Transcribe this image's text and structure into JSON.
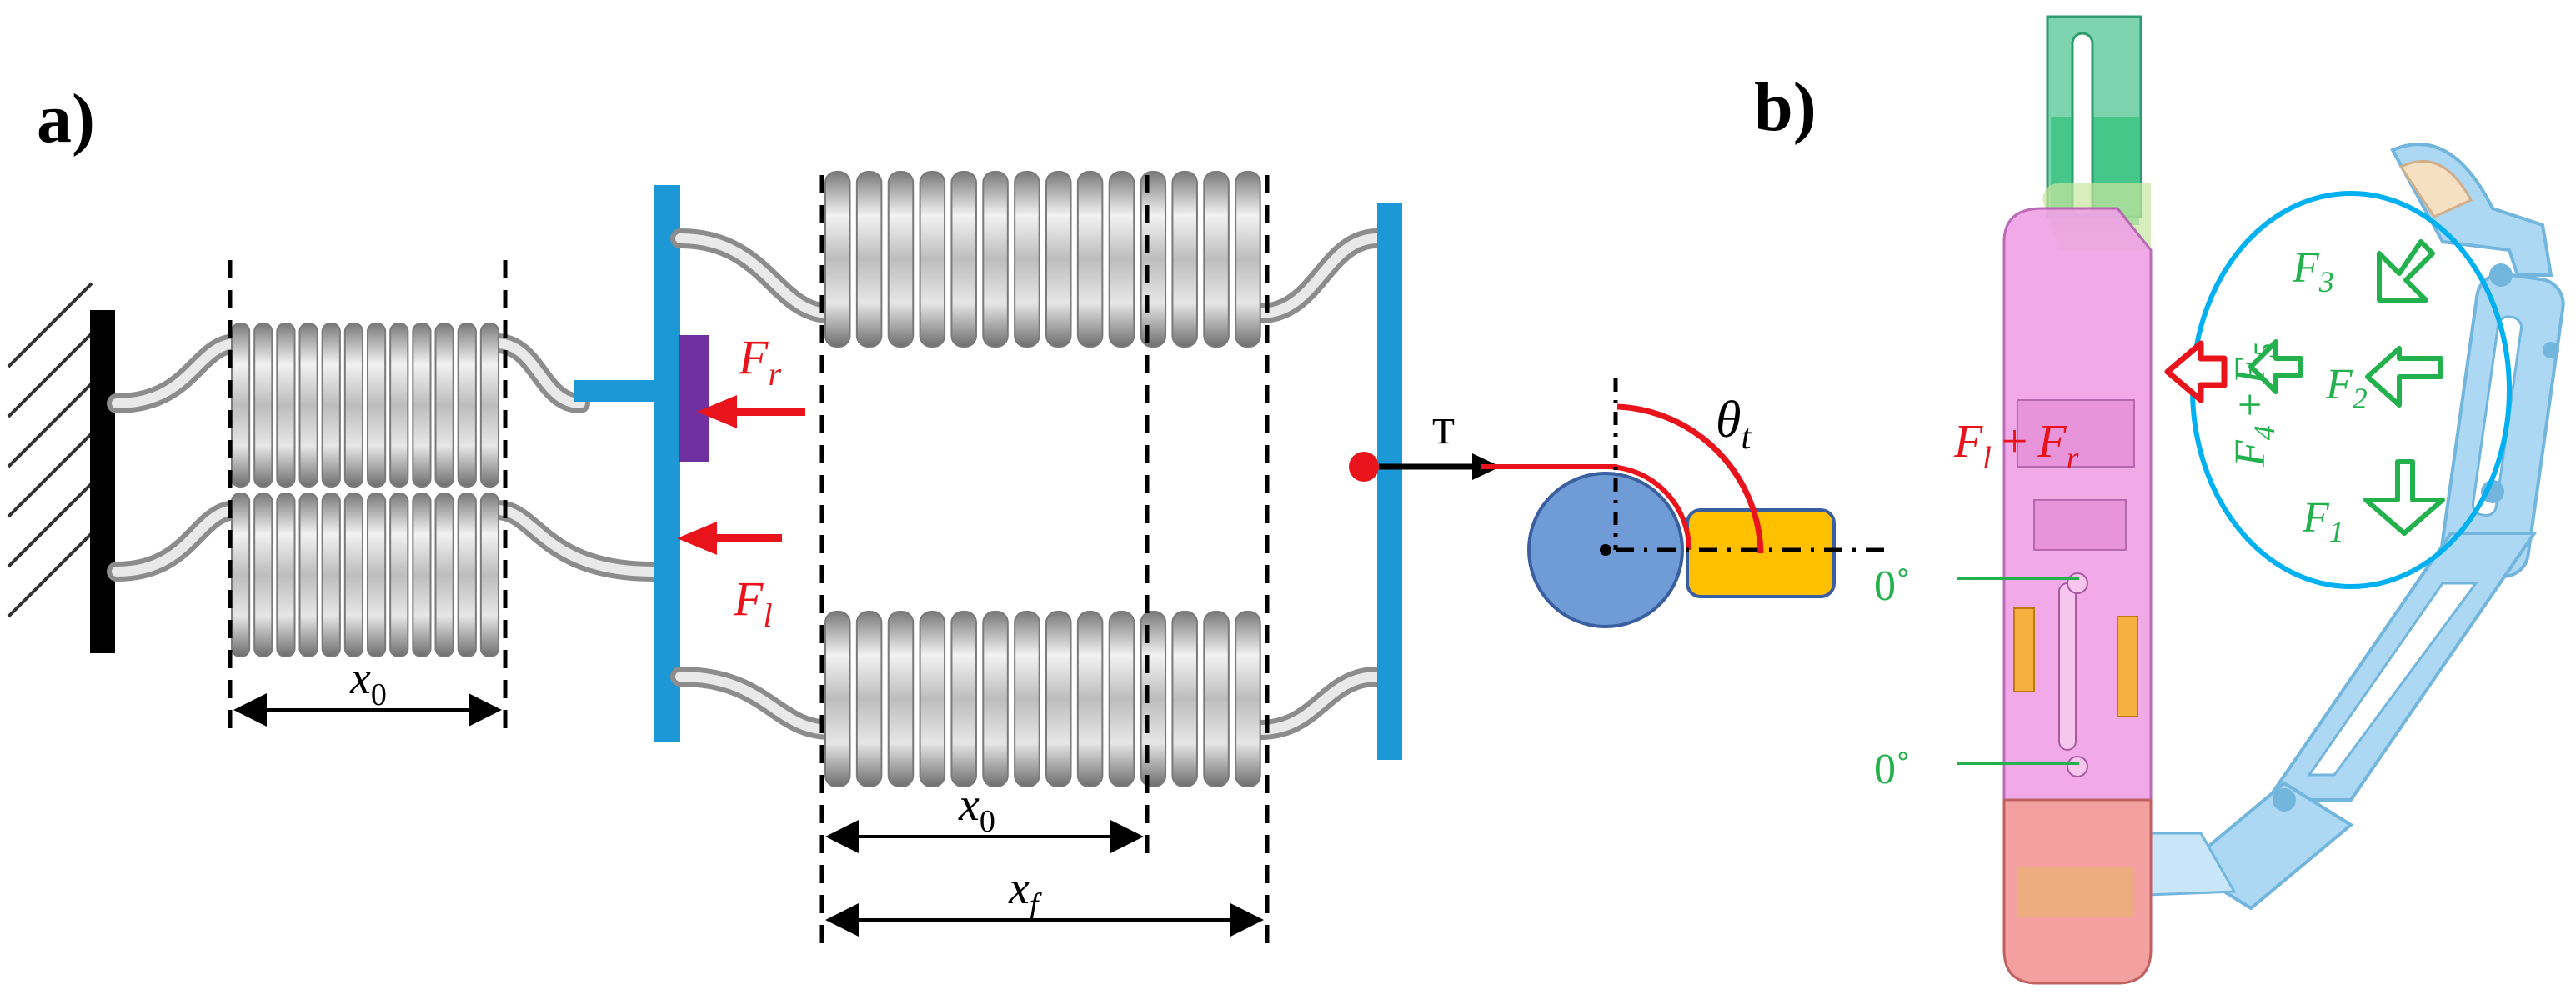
{
  "panel_a": {
    "label": "a)",
    "dim_x0_left": {
      "var": "x",
      "sub": "0"
    },
    "dim_x0_right": {
      "var": "x",
      "sub": "0"
    },
    "dim_xf": {
      "var": "x",
      "sub": "f"
    },
    "force_right": {
      "var": "F",
      "sub": "r"
    },
    "force_left": {
      "var": "F",
      "sub": "l"
    },
    "tension_label": "T",
    "angle_label": {
      "var": "θ",
      "sub": "t"
    },
    "colors": {
      "plate": "#1b98d5",
      "force": "#e8131b",
      "pad": "#7030a0",
      "wheel": "#6f9bd6",
      "block": "#ffc000"
    }
  },
  "panel_b": {
    "label": "b)",
    "forces_green": [
      {
        "var": "F",
        "sub": "1"
      },
      {
        "var": "F",
        "sub": "2"
      },
      {
        "var": "F",
        "sub": "3"
      }
    ],
    "force_sum_green": {
      "a": "F",
      "a_sub": "4",
      "op": "+",
      "b": "F",
      "b_sub": "5"
    },
    "force_sum_red": {
      "a": "F",
      "a_sub": "l",
      "op": "+",
      "b": "F",
      "b_sub": "r"
    },
    "angle_marks": [
      "0˚",
      "0˚"
    ],
    "colors": {
      "green": "#22b14c",
      "ellipse": "#00b0f0",
      "red": "#e8131b"
    }
  }
}
